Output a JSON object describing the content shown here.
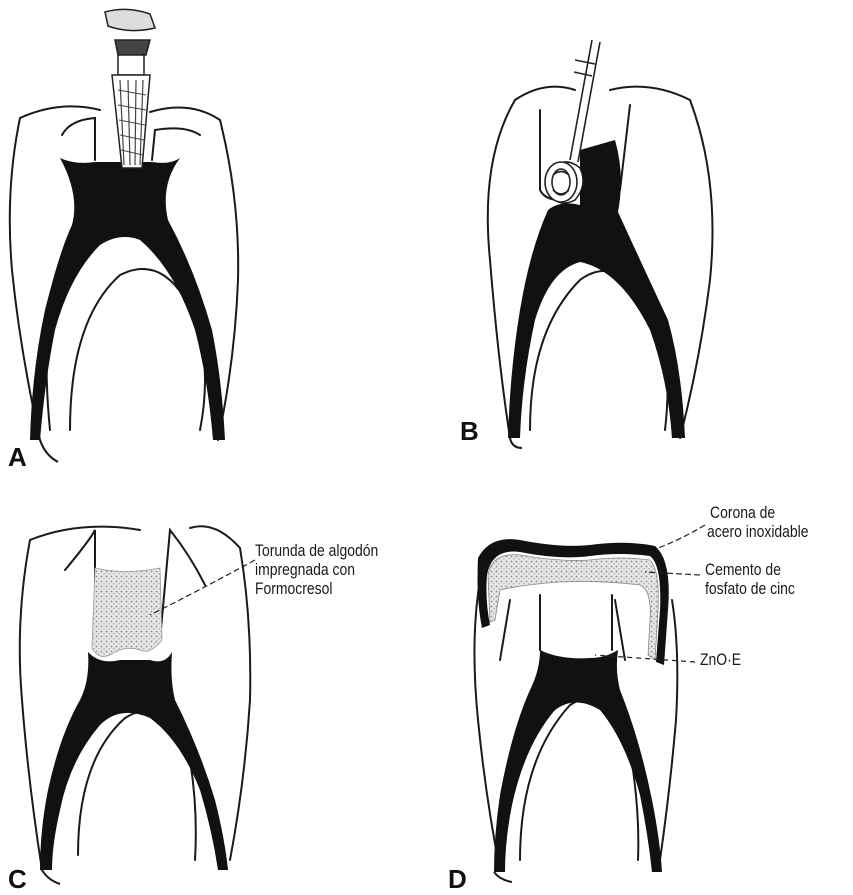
{
  "panels": {
    "a": {
      "letter": "A"
    },
    "b": {
      "letter": "B"
    },
    "c": {
      "letter": "C"
    },
    "d": {
      "letter": "D"
    }
  },
  "labels": {
    "c_cotton_1": "Torunda de algodón",
    "c_cotton_2": "impregnada con",
    "c_cotton_3": "Formocresol",
    "d_crown_1": "Corona de",
    "d_crown_2": "acero inoxidable",
    "d_cement_1": "Cemento de",
    "d_cement_2": "fosfato de cinc",
    "d_zoe": "ZnO·E"
  },
  "colors": {
    "ink": "#111111",
    "stipple": "#cfcfcf"
  }
}
